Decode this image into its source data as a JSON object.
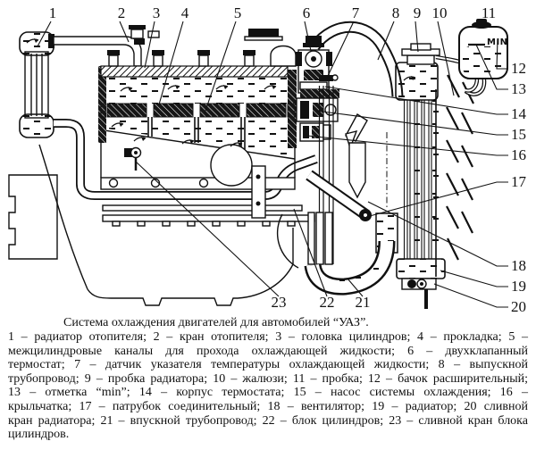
{
  "colors": {
    "ink": "#111111",
    "paper": "#ffffff"
  },
  "diagram": {
    "min_label": "MIN",
    "callouts": [
      {
        "n": "1",
        "part": "радиатор отопителя"
      },
      {
        "n": "2",
        "part": "кран отопителя"
      },
      {
        "n": "3",
        "part": "головка цилиндров"
      },
      {
        "n": "4",
        "part": "прокладка"
      },
      {
        "n": "5",
        "part": "межцилиндровые каналы для прохода охлаждающей жидкости"
      },
      {
        "n": "6",
        "part": "двухклапанный термостат"
      },
      {
        "n": "7",
        "part": "датчик указателя температуры охлаждающей жидкости"
      },
      {
        "n": "8",
        "part": "выпускной трубопровод"
      },
      {
        "n": "9",
        "part": "пробка радиатора"
      },
      {
        "n": "10",
        "part": "жалюзи"
      },
      {
        "n": "11",
        "part": "пробка"
      },
      {
        "n": "12",
        "part": "бачок расширительный"
      },
      {
        "n": "13",
        "part": "отметка “min”"
      },
      {
        "n": "14",
        "part": "корпус термостата"
      },
      {
        "n": "15",
        "part": "насос системы охлаждения"
      },
      {
        "n": "16",
        "part": "крыльчатка"
      },
      {
        "n": "17",
        "part": "патрубок соединительный"
      },
      {
        "n": "18",
        "part": "вентилятор"
      },
      {
        "n": "19",
        "part": "радиатор"
      },
      {
        "n": "20",
        "part": "сливной кран радиатора"
      },
      {
        "n": "21",
        "part": "впускной трубопровод"
      },
      {
        "n": "22",
        "part": "блок цилиндров"
      },
      {
        "n": "23",
        "part": "сливной кран блока цилиндров"
      }
    ]
  },
  "caption": {
    "title": "Система охлаждения двигателей для автомобилей “УАЗ”.",
    "entries": [
      "1 – радиатор отопителя",
      "2 – кран отопителя",
      "3 – головка цилиндров",
      "4 – прокладка",
      "5 – межцилиндровые каналы для прохода охлаждающей жидкости",
      "6 – двухклапанный термостат",
      "7 – датчик указателя температуры охлаждающей жидкости",
      "8 – выпускной трубопровод",
      "9 – пробка радиатора",
      "10 – жалюзи",
      "11 – пробка",
      "12 – бачок расширительный",
      "13 – отметка “min”",
      "14 – корпус термостата",
      "15 – насос системы охлаждения",
      "16 – крыльчатка",
      "17 – патрубок соединительный",
      "18 – вентилятор",
      "19 – радиатор",
      "20 сливной кран радиатора",
      "21 – впускной трубопровод",
      "22 – блок цилиндров",
      "23 – сливной кран блока цилиндров"
    ]
  }
}
